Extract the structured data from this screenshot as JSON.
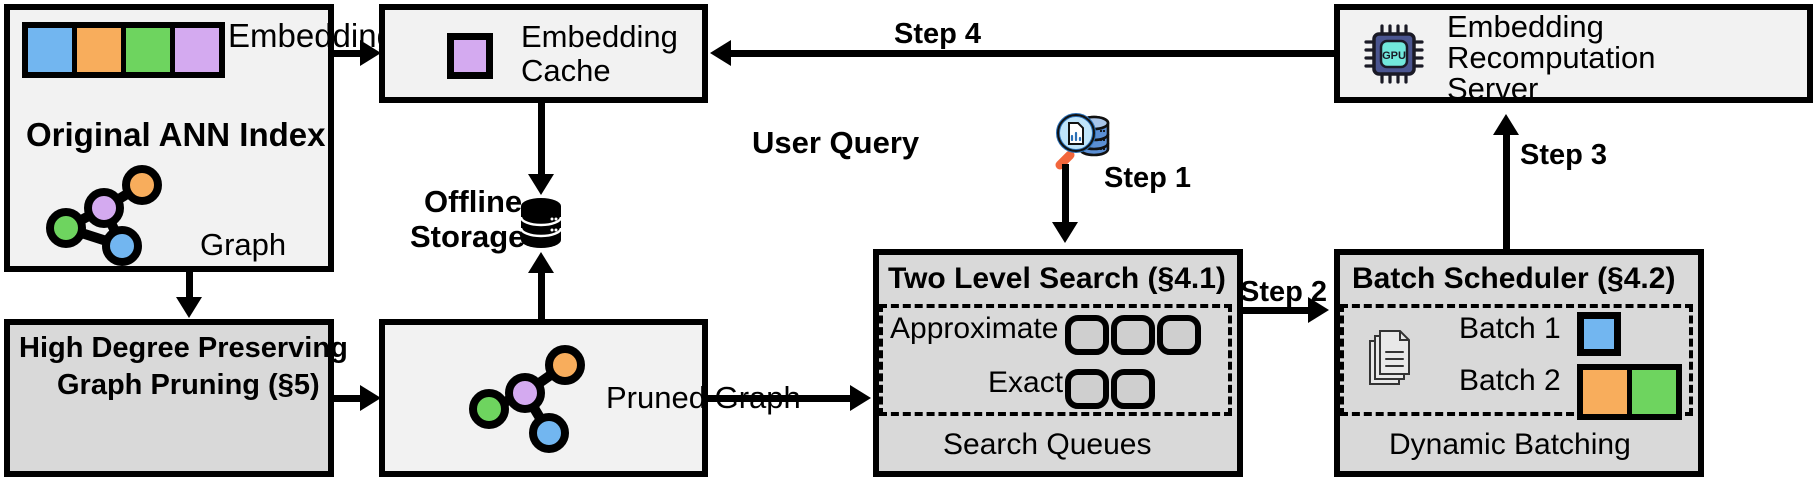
{
  "diagram": {
    "title": "ANN index search and embedding recomputation pipeline",
    "colors": {
      "blue": "#72b6f0",
      "orange": "#f8ad5c",
      "green": "#6ed45f",
      "purple": "#d4aaf0",
      "box_fill": "#f2f2f2",
      "shaded_fill": "#d9d9d9",
      "slot_fill": "#cfcfcf",
      "stroke": "#000000",
      "gpu_chip_body": "#4a5590",
      "gpu_chip_core": "#72e8dc",
      "db_blue": "#5b8fd4",
      "lens_blue": "#bfe4fa",
      "handle_orange": "#f2663c"
    }
  },
  "boxes": {
    "original_ann_index": {
      "title": "Original ANN Index",
      "embedding_label": "Embedding",
      "graph_label": "Graph",
      "embedding_cells": [
        "blue",
        "orange",
        "green",
        "purple"
      ],
      "graph_nodes": [
        "orange",
        "purple",
        "green",
        "blue"
      ]
    },
    "embedding_cache": {
      "title": "Embedding\nCache",
      "title_line1": "Embedding",
      "title_line2": "Cache",
      "swatch_color": "purple"
    },
    "embedding_recomputation_server": {
      "title_line1": "Embedding",
      "title_line2": "Recomputation",
      "title_line3": "Server",
      "icon_label": "GPU"
    },
    "offline_storage": {
      "label_line1": "Offline",
      "label_line2": "Storage",
      "icon": "database-icon"
    },
    "user_query": {
      "label": "User Query",
      "icon": "query-magnifier-database-icon"
    },
    "high_degree_pruning": {
      "title_line1": "High Degree Preserving",
      "title_line2": "Graph Pruning (§5)"
    },
    "pruned_graph": {
      "title": "Pruned Graph",
      "graph_nodes": [
        "orange",
        "purple",
        "green",
        "blue"
      ]
    },
    "two_level_search": {
      "title": "Two Level Search (§4.1)",
      "footer": "Search Queues",
      "rows": [
        {
          "label": "Approximate",
          "slots": 3
        },
        {
          "label": "Exact",
          "slots": 2
        }
      ]
    },
    "batch_scheduler": {
      "title": "Batch Scheduler (§4.2)",
      "footer": "Dynamic Batching",
      "doc_icon": "documents-stack-icon",
      "rows": [
        {
          "label": "Batch 1",
          "swatches": [
            "blue"
          ]
        },
        {
          "label": "Batch 2",
          "swatches": [
            "orange",
            "green"
          ]
        }
      ]
    }
  },
  "steps": {
    "step1": "Step 1",
    "step2": "Step 2",
    "step3": "Step 3",
    "step4": "Step 4"
  }
}
